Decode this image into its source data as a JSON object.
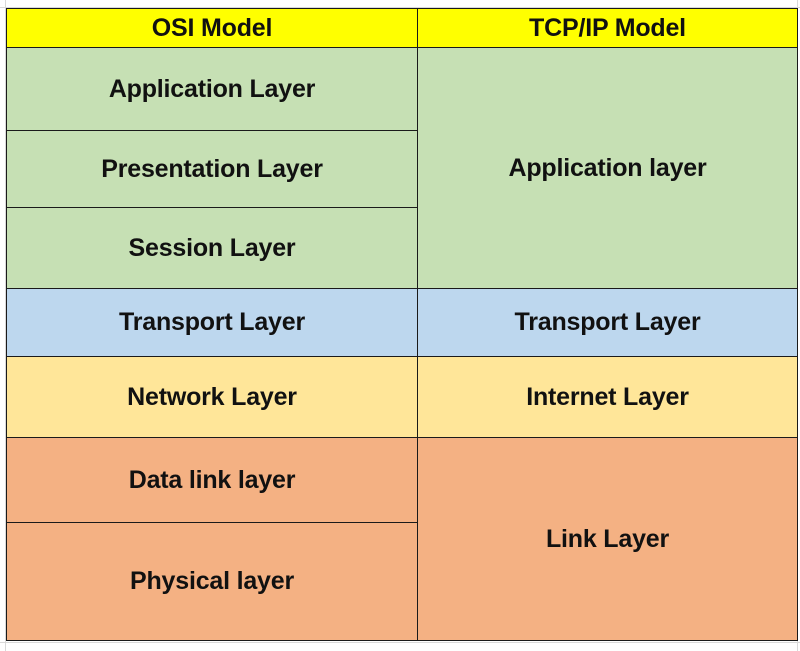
{
  "colors": {
    "header": "#ffff00",
    "application": "#c6e0b4",
    "transport": "#bdd7ee",
    "network": "#ffe699",
    "link": "#f4b183"
  },
  "headers": {
    "osi": "OSI Model",
    "tcpip": "TCP/IP Model"
  },
  "osi_layers": {
    "application": "Application Layer",
    "presentation": "Presentation Layer",
    "session": "Session Layer",
    "transport": "Transport Layer",
    "network": "Network Layer",
    "data_link": "Data link layer",
    "physical": "Physical layer"
  },
  "tcpip_layers": {
    "application": "Application layer",
    "transport": "Transport Layer",
    "internet": "Internet Layer",
    "link": "Link Layer"
  }
}
